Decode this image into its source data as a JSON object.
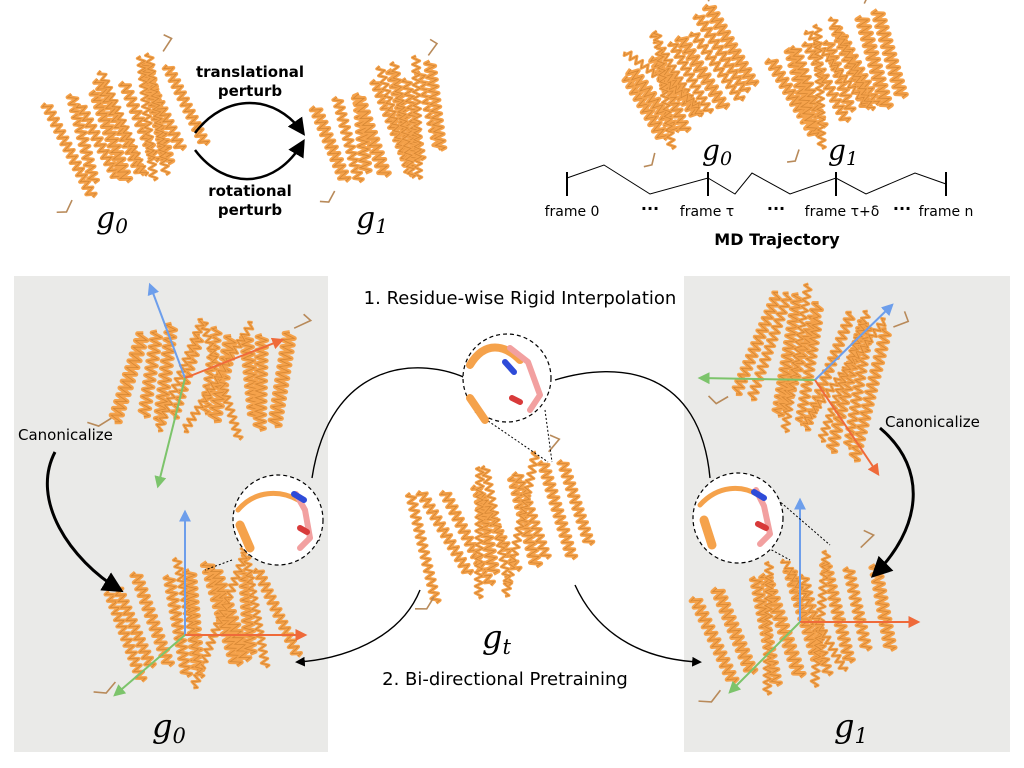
{
  "top_left": {
    "arrow_top_label_line1": "translational",
    "arrow_top_label_line2": "perturb",
    "arrow_bottom_label_line1": "rotational",
    "arrow_bottom_label_line2": "perturb",
    "g0_base": "g",
    "g0_sub": "0",
    "g1_base": "g",
    "g1_sub": "1"
  },
  "top_right": {
    "g0_base": "g",
    "g0_sub": "0",
    "g1_base": "g",
    "g1_sub": "1",
    "frames": [
      "frame 0",
      "frame τ",
      "frame τ+δ",
      "frame n"
    ],
    "ellipsis": "···",
    "title": "MD Trajectory"
  },
  "bottom": {
    "step1": "1. Residue-wise Rigid Interpolation",
    "step2": "2. Bi-directional Pretraining",
    "canonicalize_left": "Canonicalize",
    "canonicalize_right": "Canonicalize",
    "g0_base": "g",
    "g0_sub": "0",
    "g1_base": "g",
    "g1_sub": "1",
    "gt_base": "g",
    "gt_sub": "t"
  },
  "colors": {
    "protein": "#F5A24B",
    "protein_edge": "#C77A2A",
    "panel_bg": "#EAEAE8",
    "axis_blue": "#6D9EEB",
    "axis_red": "#EF6A3A",
    "axis_green": "#7CC46B",
    "residue_pink": "#F2A0A0",
    "residue_blue": "#2E4BD8",
    "residue_red": "#D83A3A"
  }
}
